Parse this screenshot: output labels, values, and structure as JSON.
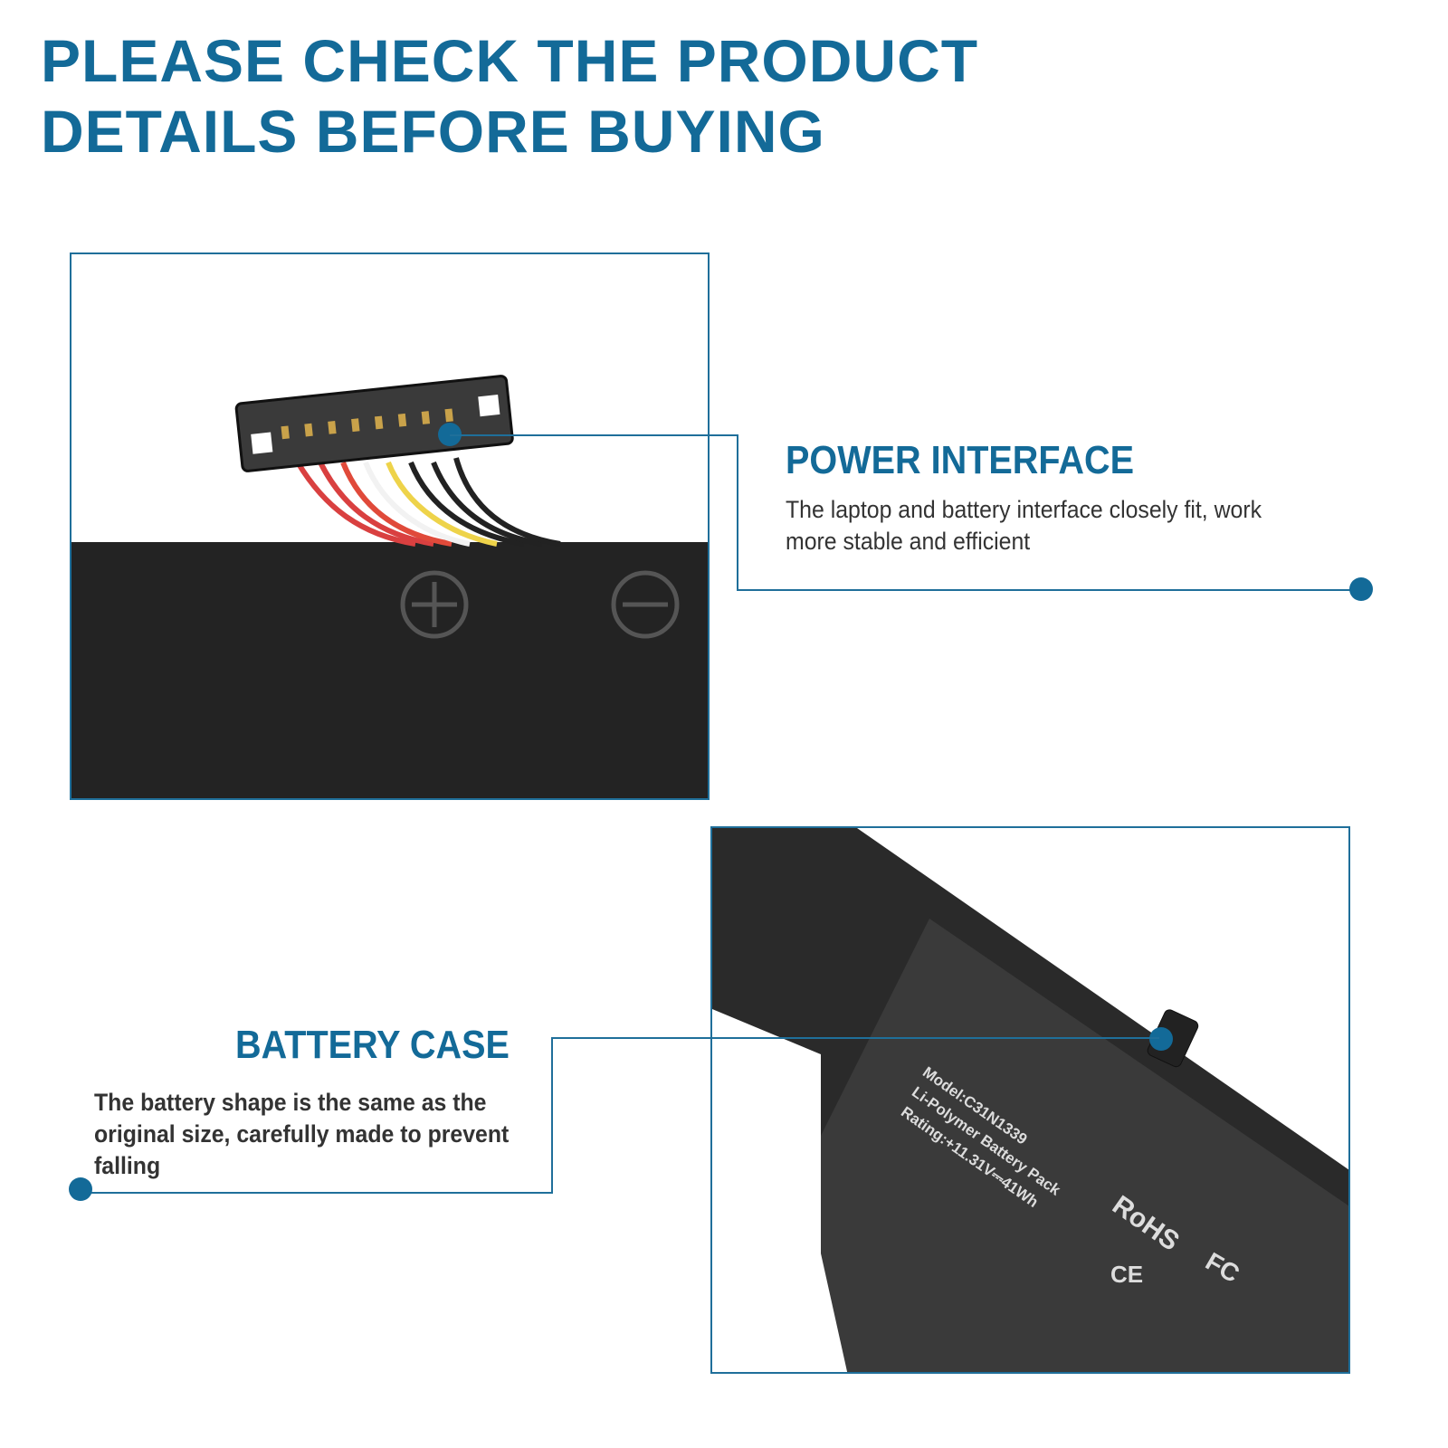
{
  "title": {
    "line1": "PLEASE CHECK THE PRODUCT",
    "line2": "DETAILS BEFORE BUYING"
  },
  "features": [
    {
      "heading": "POWER INTERFACE",
      "text": "The laptop and battery interface closely fit, work more stable and efficient"
    },
    {
      "heading": "BATTERY CASE",
      "text": "The battery  shape is  the  same as the original size, carefully made to prevent falling"
    }
  ],
  "battery_label": {
    "model": "Model:C31N1339",
    "type": "Li-Polymer Battery Pack",
    "rating": "Rating:+11.31V⎓41Wh",
    "rohs": "RoHS",
    "ce": "CE",
    "fc": "FC"
  },
  "colors": {
    "accent": "#136a98",
    "text": "#333333",
    "battery": "#2a2a2a"
  }
}
